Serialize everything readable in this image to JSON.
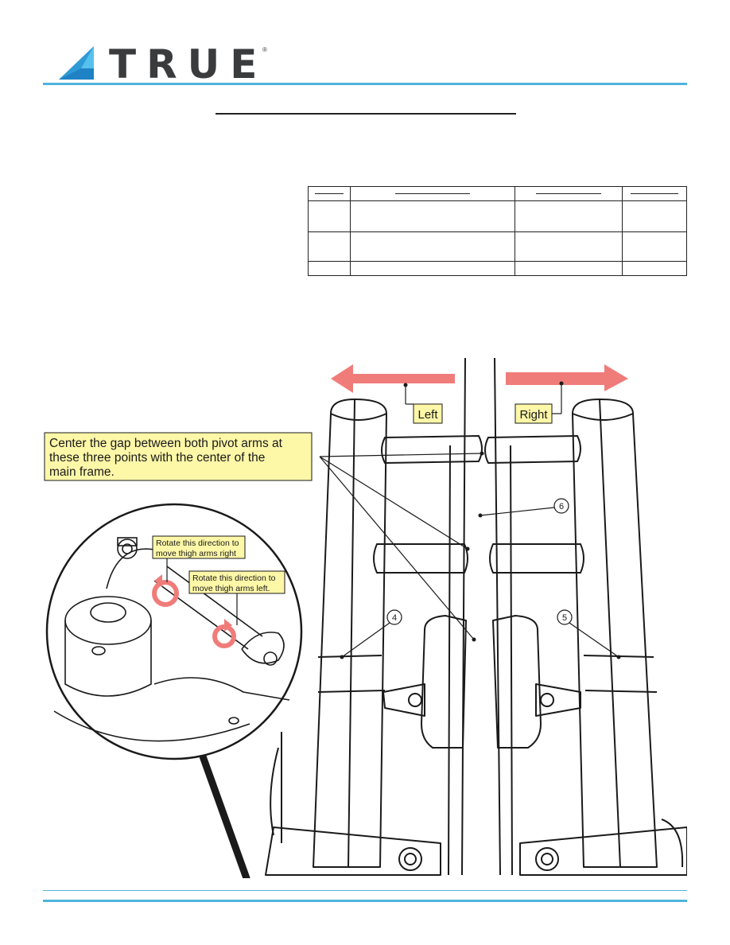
{
  "brand": {
    "name": "TRUE",
    "registered_mark": "®",
    "accent_color": "#4fb3e0",
    "text_color": "#3a3b3d"
  },
  "figure": {
    "arrow_left_label": "Left",
    "arrow_right_label": "Right",
    "center_note_line1": "Center the gap between both pivot arms at",
    "center_note_line2": "these three points with the center of the",
    "center_note_line3": "main frame.",
    "rotate_right_line1": "Rotate this direction to",
    "rotate_right_line2": "move thigh arms right",
    "rotate_left_line1": "Rotate this direction to",
    "rotate_left_line2": "move thigh arms left.",
    "callout_4": "4",
    "callout_5": "5",
    "callout_6": "6",
    "arrow_color": "#f07c7a",
    "label_bg": "#fdf7a8"
  }
}
